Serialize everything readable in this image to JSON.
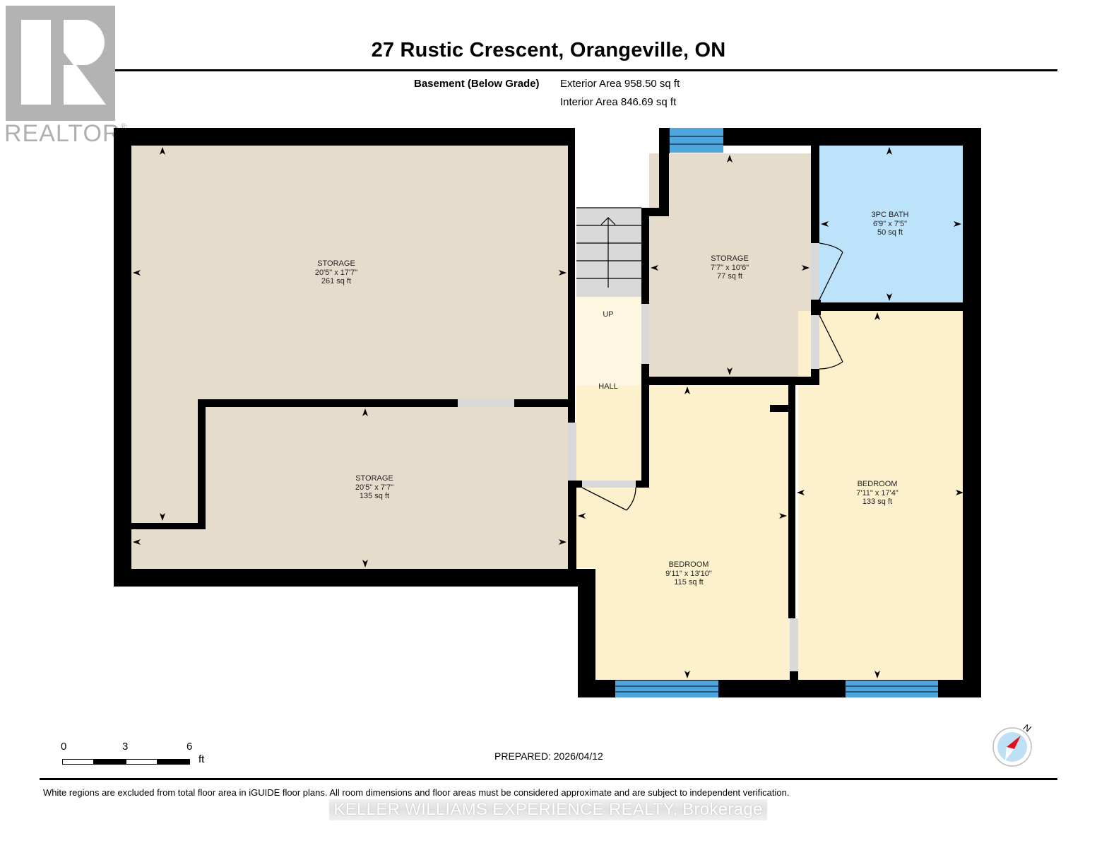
{
  "header": {
    "title": "27 Rustic Crescent, Orangeville, ON",
    "level": "Basement (Below Grade)",
    "exterior_area": "Exterior Area 958.50 sq ft",
    "interior_area": "Interior Area 846.69 sq ft"
  },
  "logo": {
    "icon": "realtor-r-icon",
    "text": "REALTOR",
    "mark": "®"
  },
  "rooms": [
    {
      "name": "STORAGE",
      "dims": "20'5\" x 17'7\"",
      "area": "261 sq ft",
      "color": "#e6dccc"
    },
    {
      "name": "STORAGE",
      "dims": "20'5\" x 7'7\"",
      "area": "135 sq ft",
      "color": "#e6dccc"
    },
    {
      "name": "STORAGE",
      "dims": "7'7\" x 10'6\"",
      "area": "77 sq ft",
      "color": "#e6dccc"
    },
    {
      "name": "3PC BATH",
      "dims": "6'9\" x 7'5\"",
      "area": "50 sq ft",
      "color": "#bde3fb"
    },
    {
      "name": "BEDROOM",
      "dims": "9'11\" x 13'10\"",
      "area": "115 sq ft",
      "color": "#fdf0cc"
    },
    {
      "name": "BEDROOM",
      "dims": "7'11\" x 17'4\"",
      "area": "133 sq ft",
      "color": "#fdf0cc"
    }
  ],
  "hall": {
    "label": "HALL",
    "stairs_label": "UP",
    "color": "#fdf6e0"
  },
  "colors": {
    "wall": "#000000",
    "window": "#4ea6dc",
    "door_opening": "#d9d9d9",
    "stairs": "#d9d9d9"
  },
  "scale_bar": {
    "ticks": [
      "0",
      "3",
      "6"
    ],
    "unit": "ft"
  },
  "prepared": "PREPARED: 2026/04/12",
  "compass": {
    "label": "N",
    "icon": "compass-north-icon"
  },
  "footer": {
    "disclaimer": "White regions are excluded from total floor area in iGUIDE floor plans. All room dimensions and floor areas must be considered approximate and are subject to independent verification.",
    "brokerage": "KELLER WILLIAMS EXPERIENCE REALTY, Brokerage"
  }
}
